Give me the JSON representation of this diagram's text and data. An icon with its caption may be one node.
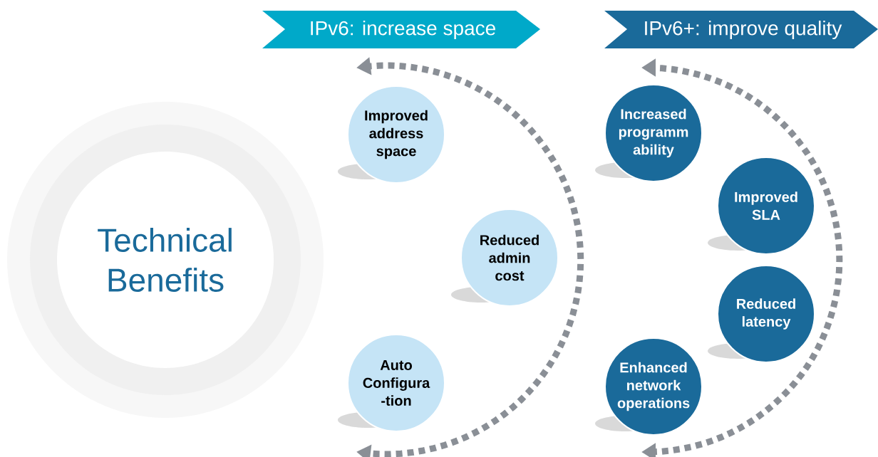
{
  "diagram": {
    "nodes": [
      {
        "text": [
          "Technical Benefits"
        ]
      },
      {
        "text": [
          "IPv6: increase space"
        ]
      },
      {
        "text": [
          "IPv6+: improve quality"
        ]
      },
      {
        "text": [
          "Improved address space"
        ]
      },
      {
        "text": [
          "Reduced admin cost"
        ]
      },
      {
        "text": [
          "Auto Configura -tion"
        ]
      },
      {
        "text": [
          "Increased programm ability"
        ]
      },
      {
        "text": [
          "Improved SLA"
        ]
      },
      {
        "text": [
          "Reduced latency"
        ]
      },
      {
        "text": [
          "Enhanced network operations"
        ]
      }
    ]
  }
}
